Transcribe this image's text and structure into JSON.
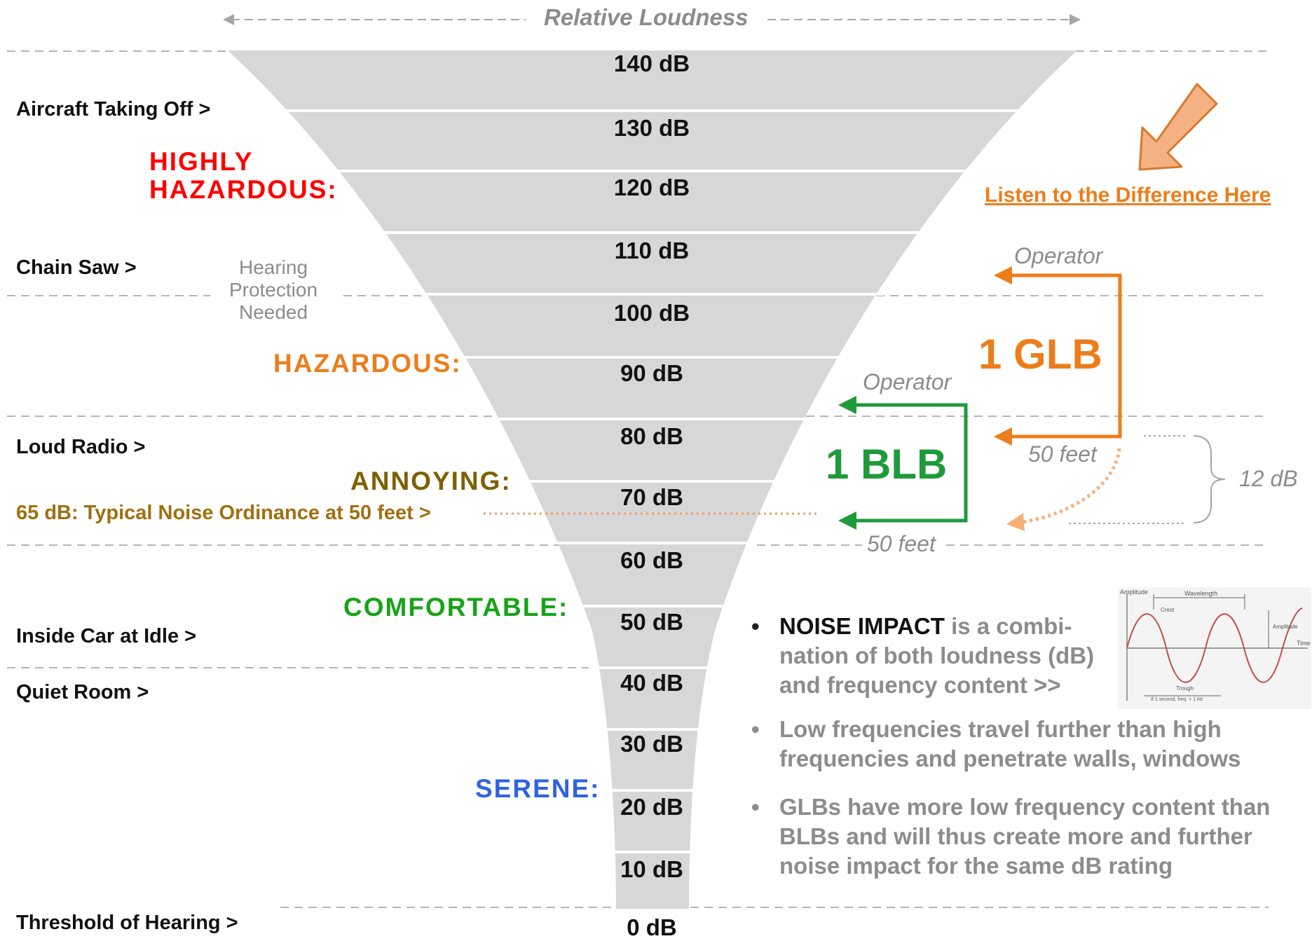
{
  "header": {
    "title": "Relative Loudness"
  },
  "scale": [
    "140 dB",
    "130 dB",
    "120 dB",
    "110 dB",
    "100 dB",
    "90 dB",
    "80 dB",
    "70 dB",
    "60 dB",
    "50 dB",
    "40 dB",
    "30 dB",
    "20 dB",
    "10 dB",
    "0 dB"
  ],
  "sources": {
    "aircraft": "Aircraft Taking Off >",
    "chainsaw": "Chain Saw >",
    "radio": "Loud Radio >",
    "car": "Inside Car at Idle >",
    "room": "Quiet Room >",
    "threshold": "Threshold of Hearing >"
  },
  "zones": {
    "highly_hazardous_1": "HIGHLY",
    "highly_hazardous_2": "HAZARDOUS:",
    "hazardous": "HAZARDOUS:",
    "annoying": "ANNOYING:",
    "comfortable": "COMFORTABLE:",
    "serene": "SERENE:"
  },
  "hearing_protection": [
    "Hearing",
    "Protection",
    "Needed"
  ],
  "ordinance": "65 dB: Typical Noise Ordinance at 50 feet >",
  "comparison": {
    "glb": {
      "label": "1 GLB",
      "top": "Operator",
      "bottom": "50 feet"
    },
    "blb": {
      "label": "1 BLB",
      "top": "Operator",
      "bottom": "50 feet"
    },
    "difference": "12 dB"
  },
  "listen_link": "Listen to the Difference Here",
  "bullets": {
    "b1_strong": "NOISE IMPACT",
    "b1_line1": " is a combi-",
    "b1_line2": "nation of both loudness (dB)",
    "b1_line3": "and frequency content  >>",
    "b2_line1": "Low frequencies travel further than high",
    "b2_line2": "frequencies and penetrate walls, windows",
    "b3_line1": "GLBs have more low frequency content than",
    "b3_line2": "BLBs and will thus create more and further",
    "b3_line3": "noise impact for the same dB rating"
  },
  "wave_chart": {
    "amplitude_label": "Amplitude",
    "wavelength_label": "Wavelength",
    "time_label": "Time",
    "crest_label": "Crest",
    "trough_label": "Trough",
    "amplitude_right_label": "Amplitude",
    "note": "If 1 second, freq. = 1 Hz"
  },
  "colors": {
    "funnel": "#d7d7d7",
    "highly_hazardous": "#ff0000",
    "hazardous": "#ed7d1b",
    "annoying": "#7f6000",
    "ordinance": "#a0700f",
    "comfortable": "#17a317",
    "serene": "#2e63e6",
    "glb": "#ed7d1b",
    "blb": "#1f9a3a",
    "muted": "#8c8c8c"
  }
}
